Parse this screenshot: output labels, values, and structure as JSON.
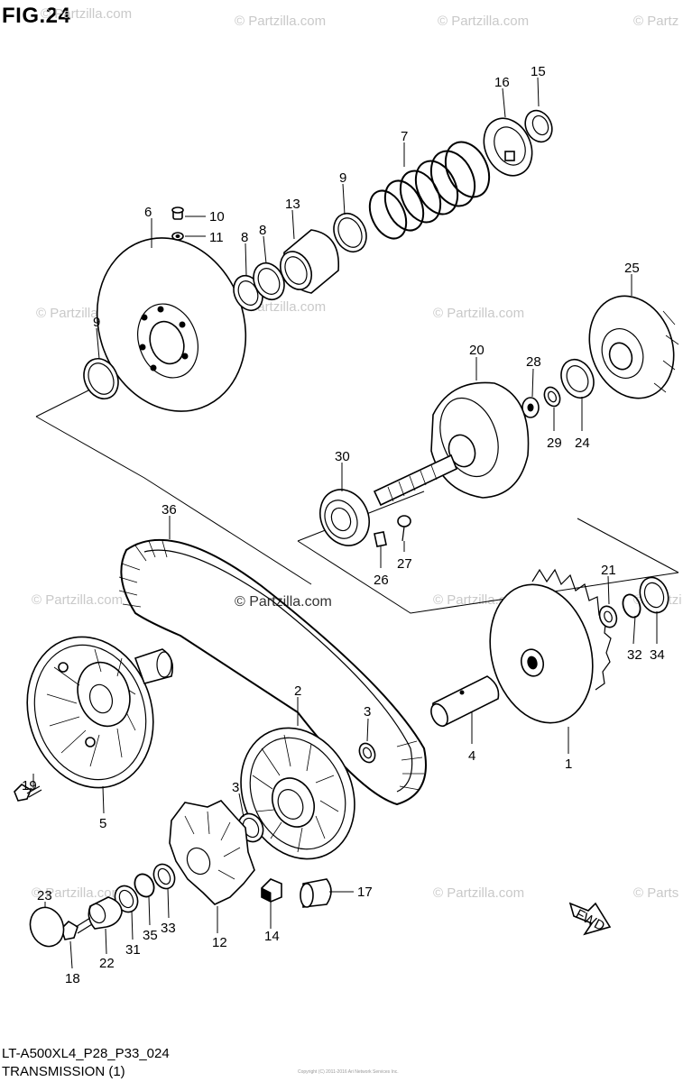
{
  "figure": {
    "title": "FIG.24",
    "model_code": "LT-A500XL4_P28_P33_024",
    "section_name": "TRANSMISSION (1)",
    "fwd_label": "FWD"
  },
  "watermark": {
    "text": "© Partzilla.com",
    "partial_right": "© Partzi",
    "partial_top_right": "© Partz",
    "partial_bottom_right": "© Parts"
  },
  "callouts": [
    "1",
    "2",
    "3",
    "3",
    "4",
    "5",
    "6",
    "7",
    "8",
    "8",
    "9",
    "9",
    "10",
    "11",
    "12",
    "13",
    "14",
    "15",
    "16",
    "17",
    "18",
    "19",
    "20",
    "21",
    "22",
    "23",
    "24",
    "25",
    "26",
    "27",
    "28",
    "29",
    "30",
    "31",
    "32",
    "33",
    "34",
    "35",
    "36"
  ],
  "fine_print": "Copyright (C) 2011-2016 Ari Network Services Inc."
}
